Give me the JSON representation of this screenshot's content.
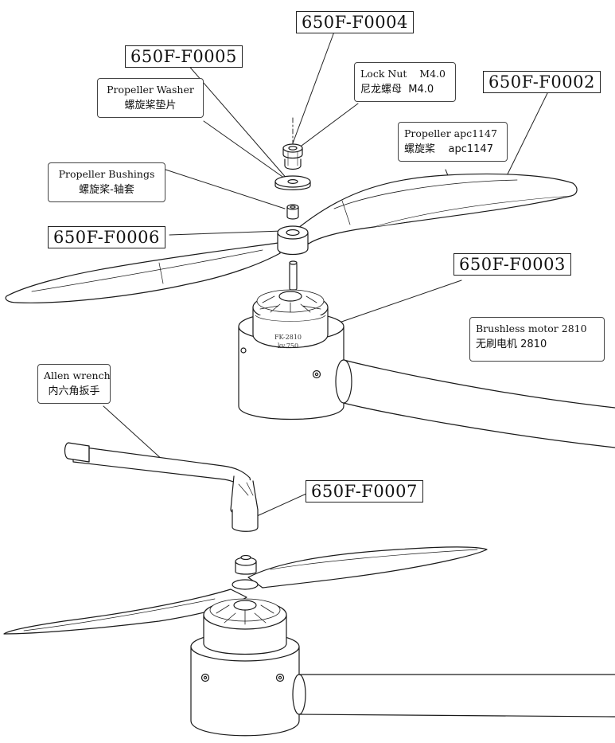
{
  "part_numbers": {
    "nut": "650F-F0004",
    "washer": "650F-F0005",
    "propeller": "650F-F0002",
    "bushing": "650F-F0006",
    "motor": "650F-F0003",
    "wrench": "650F-F0007"
  },
  "callouts": {
    "lock_nut": {
      "en": "Lock Nut    M4.0",
      "zh": "尼龙螺母  M4.0"
    },
    "washer": {
      "en": "Propeller Washer",
      "zh": "螺旋桨垫片"
    },
    "propeller": {
      "en": "Propeller apc1147",
      "zh": "螺旋桨    apc1147"
    },
    "bushing": {
      "en": "Propeller Bushings",
      "zh": "螺旋桨-轴套"
    },
    "motor": {
      "en": "Brushless motor 2810",
      "zh": "无刷电机 2810"
    },
    "wrench": {
      "en": "Allen wrench",
      "zh": "内六角扳手"
    }
  },
  "motor_marking": {
    "model": "FK-2810",
    "kv": "kv.750"
  }
}
